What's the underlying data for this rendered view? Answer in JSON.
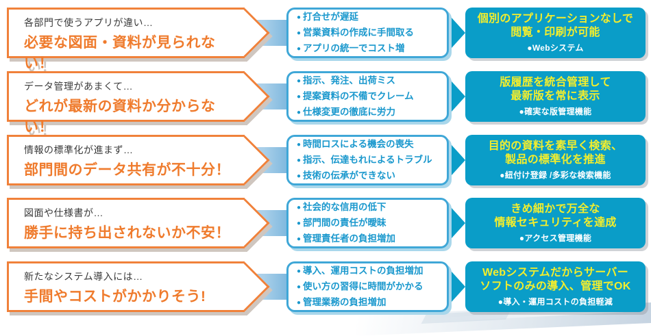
{
  "colors": {
    "orange_border": "#f0813a",
    "orange_text": "#ef7b2d",
    "blue_fill": "#0a9dc8",
    "blue_border": "#3fa7d7",
    "blue_text": "#1a98cd",
    "yellow_text": "#f3ee2d",
    "band_blue": "#a9cfe9",
    "shadow_tan": "#cfc6bf",
    "shadow_blue": "#a9d7eb"
  },
  "glyphs": {
    "bullet": "●"
  },
  "rows": [
    {
      "problem_small": "各部門で使うアプリが違い…",
      "problem_main": "必要な図面・資料が見られない！",
      "issues": [
        "打合せが遅延",
        "営業資料の作成に手間取る",
        "アプリの統一でコスト増"
      ],
      "solution_title": "個別のアプリケーションなしで\n閲覧・印刷が可能",
      "solution_note": "●Webシステム"
    },
    {
      "problem_small": "データ管理があまくて…",
      "problem_main": "どれが最新の資料か分からない！",
      "issues": [
        "指示、発注、出荷ミス",
        "提案資料の不備でクレーム",
        "仕様変更の徹底に労力"
      ],
      "solution_title": "版履歴を統合管理して\n最新版を常に表示",
      "solution_note": "●確実な版管理機能"
    },
    {
      "problem_small": "情報の標準化が進まず…",
      "problem_main": "部門間のデータ共有が不十分！",
      "issues": [
        "時間ロスによる機会の喪失",
        "指示、伝達もれによるトラブル",
        "技術の伝承ができない"
      ],
      "solution_title": "目的の資料を素早く検索、\n製品の標準化を推進",
      "solution_note": "●紐付け登録 /多彩な検索機能"
    },
    {
      "problem_small": "図面や仕様書が…",
      "problem_main": "勝手に持ち出されないか不安！",
      "issues": [
        "社会的な信用の低下",
        "部門間の責任が曖昧",
        "管理責任者の負担増加"
      ],
      "solution_title": "きめ細かで万全な\n情報セキュリティを達成",
      "solution_note": "●アクセス管理機能"
    },
    {
      "problem_small": "新たなシステム導入には…",
      "problem_main": "手間やコストがかかりそう!",
      "issues": [
        "導入、運用コストの負担増加",
        "使い方の習得に時間がかかる",
        "管理業務の負担増加"
      ],
      "solution_title": "Webシステムだからサーバー\nソフトのみの導入、管理でOK",
      "solution_note": "●導入・運用コストの負担軽減"
    }
  ]
}
